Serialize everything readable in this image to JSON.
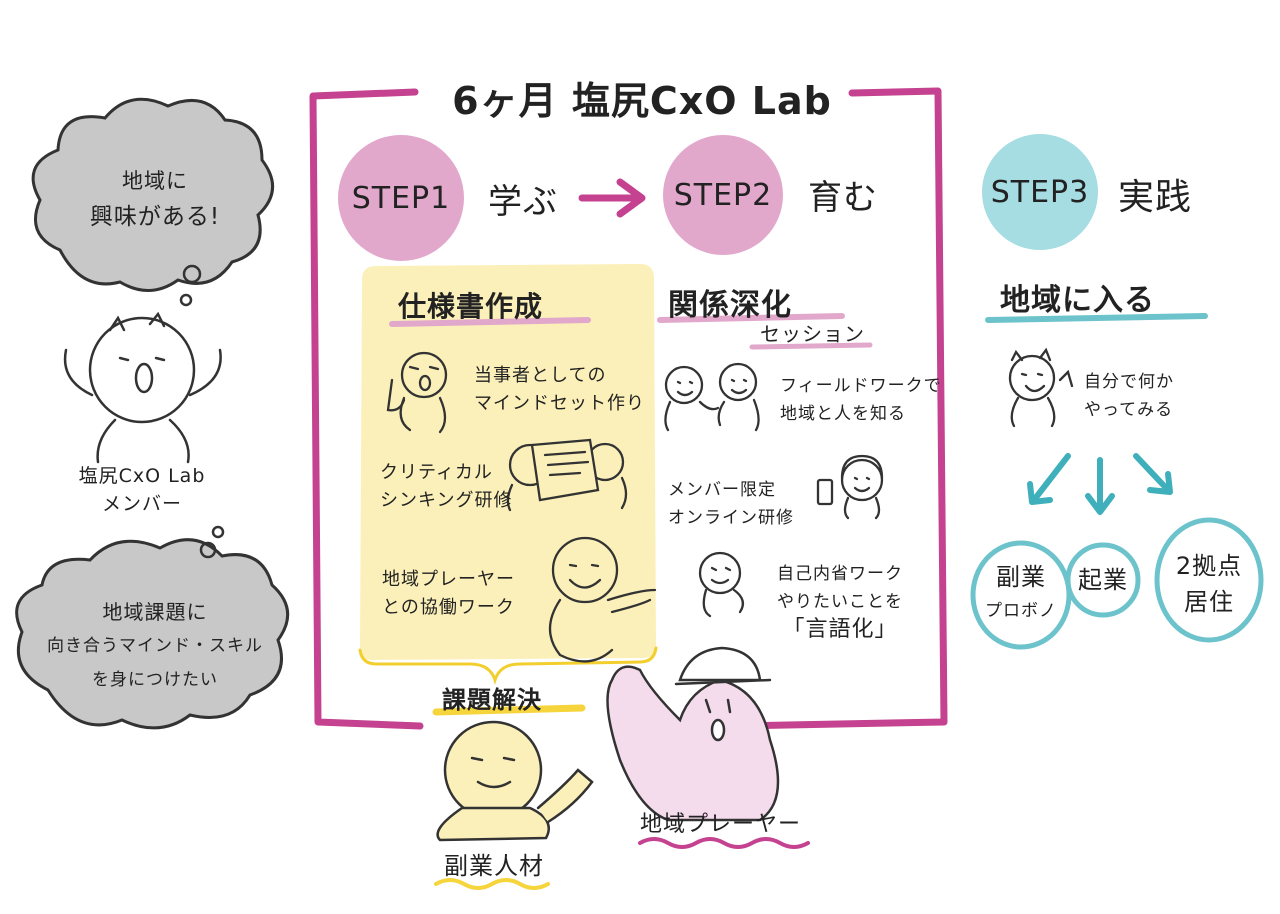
{
  "title": "6ヶ月 塩尻CxO Lab",
  "left_panel": {
    "cloud_top": {
      "line1": "地域に",
      "line2": "興味がある!"
    },
    "member_label": {
      "line1": "塩尻CxO Lab",
      "line2": "メンバー"
    },
    "cloud_bottom": {
      "line1": "地域課題に",
      "line2": "向き合うマインド・スキル",
      "line3": "を身につけたい"
    }
  },
  "step1": {
    "badge": "STEP1",
    "label": "学ぶ",
    "section_title": "仕様書作成",
    "items": [
      {
        "line1": "当事者としての",
        "line2": "マインドセット作り"
      },
      {
        "line1": "クリティカル",
        "line2": "シンキング研修"
      },
      {
        "line1": "地域プレーヤー",
        "line2": "との協働ワーク"
      }
    ]
  },
  "step2": {
    "badge": "STEP2",
    "label": "育む",
    "section_title": "関係深化",
    "section_subtitle": "セッション",
    "items": [
      {
        "line1": "フィールドワークで",
        "line2": "地域と人を知る"
      },
      {
        "line1": "メンバー限定",
        "line2": "オンライン研修"
      },
      {
        "line1": "自己内省ワーク",
        "line2": "やりたいことを",
        "line3": "「言語化」"
      }
    ]
  },
  "step3": {
    "badge": "STEP3",
    "label": "実践",
    "section_title": "地域に入る",
    "item": {
      "line1": "自分で何か",
      "line2": "やってみる"
    },
    "outcomes": [
      {
        "line1": "副業",
        "line2": "プロボノ"
      },
      {
        "line1": "起業",
        "line2": ""
      },
      {
        "line1": "2拠点",
        "line2": "居住"
      }
    ]
  },
  "bottom": {
    "issue_label": "課題解決",
    "side_job_label": "副業人材",
    "local_player_label": "地域プレーヤー"
  },
  "colors": {
    "magenta": "#c4428f",
    "pink": "#e2a8cc",
    "teal": "#6cc3cc",
    "teal_light": "#a5dde2",
    "yellow_bg": "#fbf0b9",
    "yellow_line": "#f5d43c",
    "gray_cloud": "#c8c8c8"
  }
}
